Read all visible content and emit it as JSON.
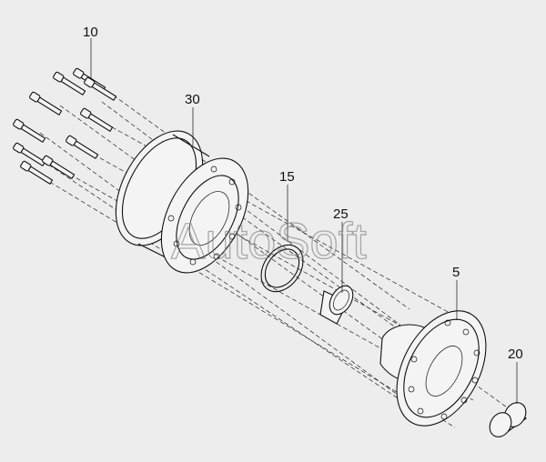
{
  "callouts": {
    "bolt": "10",
    "brake_drum": "30",
    "ring": "15",
    "bushing": "25",
    "hub": "5",
    "cap": "20"
  },
  "watermark": "AutoSoft"
}
